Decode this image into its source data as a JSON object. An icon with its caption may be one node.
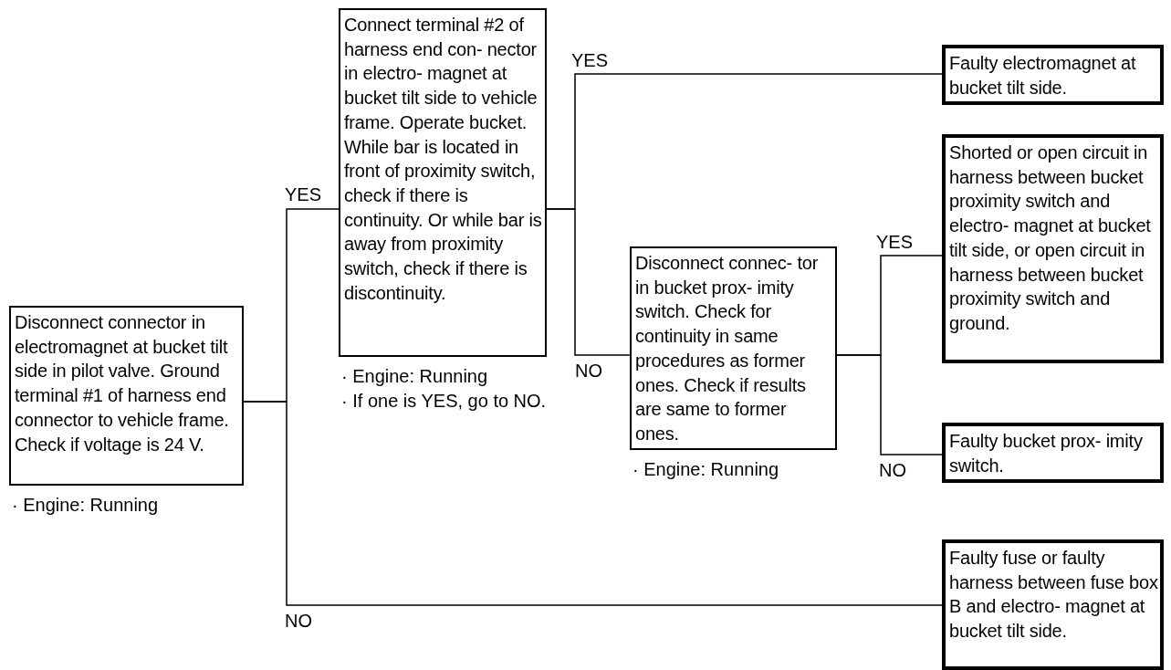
{
  "diagram": {
    "nodes": [
      {
        "text": [
          "Disconnect connector in electromagnet at bucket tilt side in pilot valve. Ground terminal #1 of harness end connector to vehicle frame. Check if voltage is 24 V."
        ],
        "beside": [
          "· Engine: Running"
        ]
      },
      {
        "text": [
          "Connect terminal #2 of harness end con- nector in electro- magnet at bucket tilt side to vehicle frame. Operate bucket. While bar is located in front of proximity switch, check if there is continuity. Or while bar is away from proximity switch, check if there is discontinuity."
        ],
        "beside": [
          "· Engine: Running",
          "· If one is YES, go to NO."
        ]
      },
      {
        "text": [
          "Faulty electromagnet at bucket tilt side."
        ]
      },
      {
        "text": [
          "Disconnect connec- tor in bucket prox- imity switch. Check for continuity in same procedures as former ones. Check if results are same to former ones."
        ],
        "beside": [
          "· Engine: Running"
        ]
      },
      {
        "text": [
          "Shorted or open circuit in harness between bucket proximity switch and electro- magnet at bucket tilt side, or open circuit in harness between bucket proximity switch and ground."
        ]
      },
      {
        "text": [
          "Faulty bucket prox- imity switch."
        ]
      },
      {
        "text": [
          "Faulty fuse or faulty harness between fuse box B and electro- magnet at bucket tilt side."
        ]
      }
    ],
    "edges": [
      {
        "from": 0,
        "to": 1,
        "arrow": "none",
        "label": "YES"
      },
      {
        "from": 0,
        "to": 6,
        "arrow": "none",
        "label": "NO"
      },
      {
        "from": 1,
        "to": 2,
        "arrow": "none",
        "label": "YES"
      },
      {
        "from": 1,
        "to": 3,
        "arrow": "none",
        "label": "NO"
      },
      {
        "from": 3,
        "to": 4,
        "arrow": "none",
        "label": "YES"
      },
      {
        "from": 3,
        "to": 5,
        "arrow": "none",
        "label": "NO"
      }
    ]
  }
}
